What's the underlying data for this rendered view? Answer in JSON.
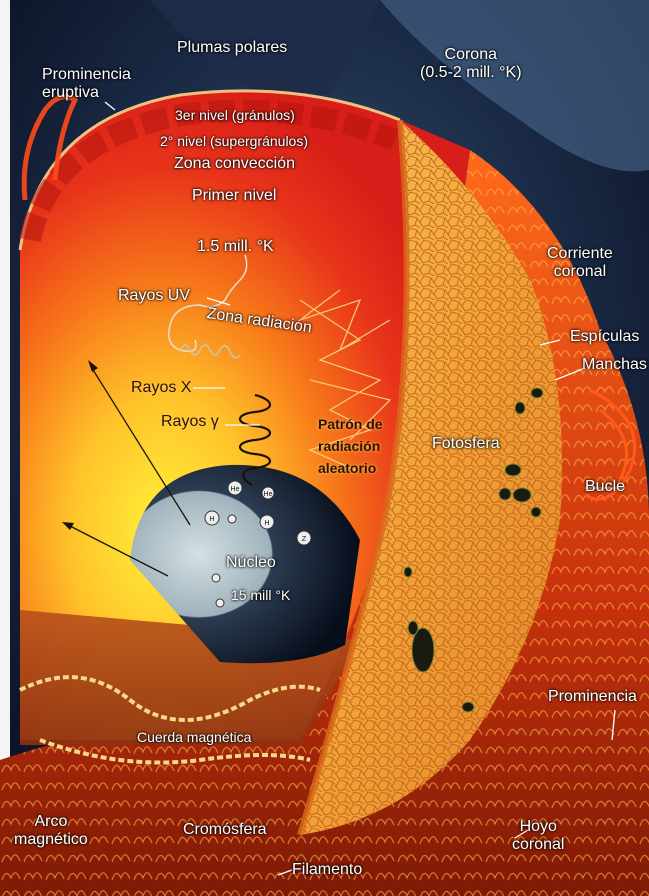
{
  "labels": {
    "plumas_polares": "Plumas polares",
    "prominencia_eruptiva": "Prominencia\neruptiva",
    "corona": "Corona\n(0.5-2 mill. °K)",
    "nivel3": "3er nivel (gránulos)",
    "nivel2": "2° nivel (supergránulos)",
    "zona_conveccion": "Zona convección",
    "primer_nivel": "Primer nivel",
    "temp_15mill": "1.5 mill. °K",
    "rayos_uv": "Rayos UV",
    "zona_radiacion": "Zona radiación",
    "corriente_coronal": "Corriente\ncoronal",
    "espiculas": "Espículas",
    "manchas": "Manchas",
    "rayos_x": "Rayos X",
    "rayos_gamma": "Rayos γ",
    "patron_radiacion": "Patrón de\nradiación\naleatorio",
    "fotosfera": "Fotosfera",
    "bucle": "Bucle",
    "nucleo": "Núcleo",
    "temp_nucleo": "15 mill °K",
    "prominencia": "Prominencia",
    "cuerda_magnetica": "Cuerda magnética",
    "arco_magnetico": "Arco\nmagnético",
    "cromosfera": "Cromósfera",
    "hoyo_coronal": "Hoyo\ncoronal",
    "filamento": "Filamento"
  },
  "particles": [
    "He",
    "H",
    "He",
    "H",
    "Z"
  ],
  "colors": {
    "space": "#0d1530",
    "corona_blue": "#5c7b9e",
    "convection_red": "#e8281a",
    "radiation_orange": "#f6a51c",
    "core_yellow": "#fff23a",
    "core_cut": "#b9c8cf",
    "core_dark": "#0b1424",
    "photosphere": "#f2a93a",
    "chromosphere": "#b5270c"
  }
}
